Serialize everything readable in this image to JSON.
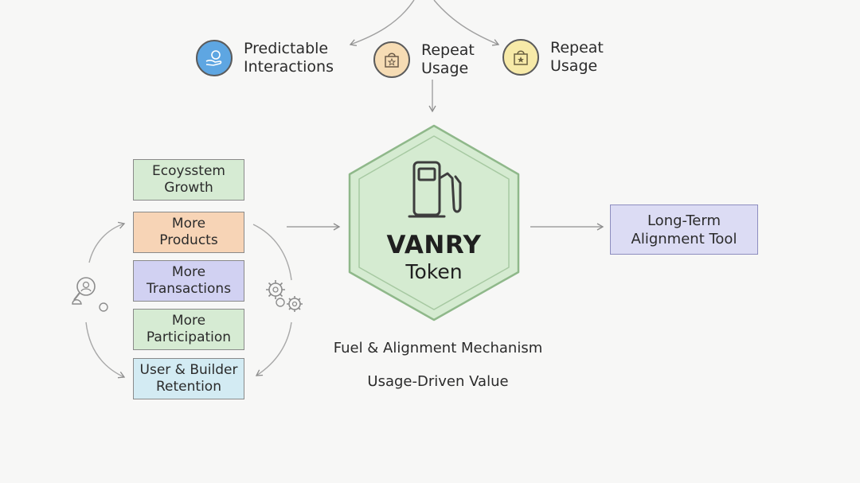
{
  "top": {
    "items": [
      {
        "label": "Predictable\nInteractions",
        "icon": "hand-coin-icon",
        "color": "#5ea6e2"
      },
      {
        "label": "Repeat\nUsage",
        "icon": "shopping-bag-icon",
        "color": "#f6dcb4"
      },
      {
        "label": "Repeat\nUsage",
        "icon": "shopping-bag-star-icon",
        "color": "#f7eaa8"
      }
    ]
  },
  "stack": {
    "items": [
      {
        "label": "Ecoysstem\nGrowth",
        "color": "#d6ebd3"
      },
      {
        "label": "More\nProducts",
        "color": "#f7d4b6"
      },
      {
        "label": "More\nTransactions",
        "color": "#d1d1f2"
      },
      {
        "label": "More\nParticipation",
        "color": "#d6ebd3"
      },
      {
        "label": "User & Builder\nRetention",
        "color": "#d3ebf3"
      }
    ],
    "left_icon": "magnifier-person-icon",
    "right_icon": "gears-icon"
  },
  "center": {
    "title": "VANRY",
    "subtitle": "Token",
    "icon": "fuel-pump-icon",
    "fill": "#d5ebd1",
    "caption_1": "Fuel & Alignment Mechanism",
    "caption_2": "Usage-Driven Value"
  },
  "right": {
    "label": "Long-Term\nAlignment Tool",
    "color": "#dcdcf4"
  }
}
